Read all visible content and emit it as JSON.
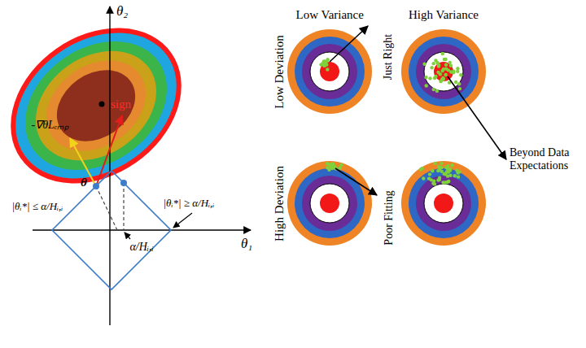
{
  "diagram": {
    "labels": [
      "θ₂",
      "θ₁",
      "-∇θLₑₘₚ",
      "sign",
      "θ",
      "|θᵢ*| ≤ α/Hᵢ,ᵢ",
      "|θᵢ*| ≥ α/Hᵢ,ᵢ",
      "α/Hᵢ,ᵢ",
      "Low Variance",
      "High Variance",
      "Low Deviation",
      "High Deviation",
      "Just Right",
      "Poor Fitting",
      "Beyond Data Expectations"
    ]
  }
}
